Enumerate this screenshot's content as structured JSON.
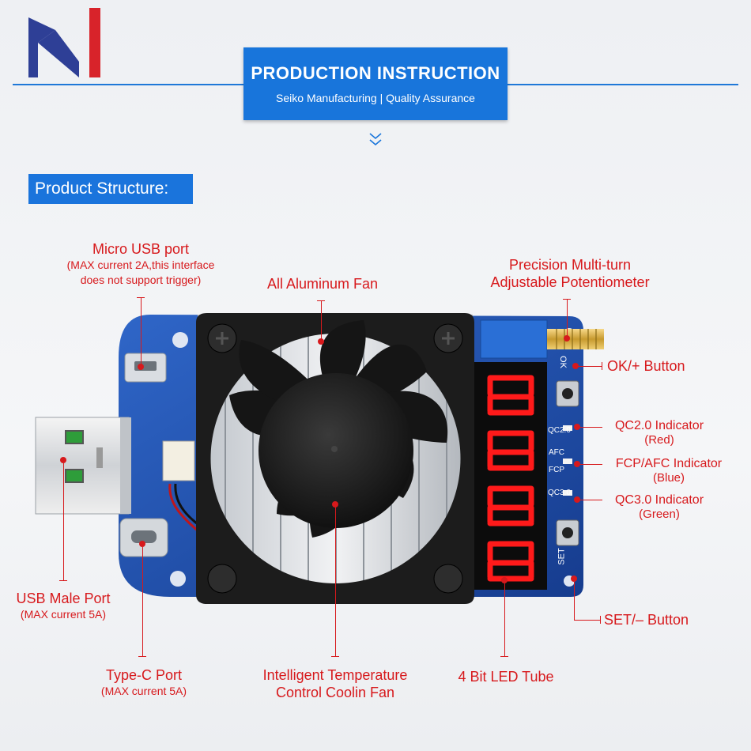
{
  "header": {
    "title": "PRODUCTION INSTRUCTION",
    "subtitle": "Seiko Manufacturing | Quality Assurance"
  },
  "section_title": "Product Structure:",
  "labels": {
    "micro_usb": {
      "main": "Micro USB port",
      "note_1": "(MAX current 2A,this interface",
      "note_2": "does not support trigger)"
    },
    "fan": {
      "main": "All Aluminum Fan"
    },
    "potentiometer": {
      "line_1": "Precision Multi-turn",
      "line_2": "Adjustable Potentiometer"
    },
    "ok_button": {
      "main": "OK/+ Button"
    },
    "qc20": {
      "main": "QC2.0 Indicator",
      "note": "(Red)"
    },
    "fcp_afc": {
      "main": "FCP/AFC Indicator",
      "note": "(Blue)"
    },
    "qc30": {
      "main": "QC3.0 Indicator",
      "note": "(Green)"
    },
    "usb_male": {
      "main": "USB Male Port",
      "note": "(MAX current 5A)"
    },
    "set_button": {
      "main": "SET/– Button"
    },
    "type_c": {
      "main": "Type-C Port",
      "note": "(MAX current 5A)"
    },
    "coolin_fan": {
      "line_1": "Intelligent Temperature",
      "line_2": "Control Coolin Fan"
    },
    "led_tube": {
      "main": "4 Bit LED Tube"
    }
  },
  "board_text": {
    "ok": "OK",
    "qc2": "QC2.0",
    "afc": "AFC",
    "fcp": "FCP",
    "qc3": "QC3.0",
    "set": "SET"
  },
  "colors": {
    "accent": "#1875db",
    "label": "#d7191c",
    "pcb": "#1f4fb0",
    "led": "#ff1a1a"
  }
}
